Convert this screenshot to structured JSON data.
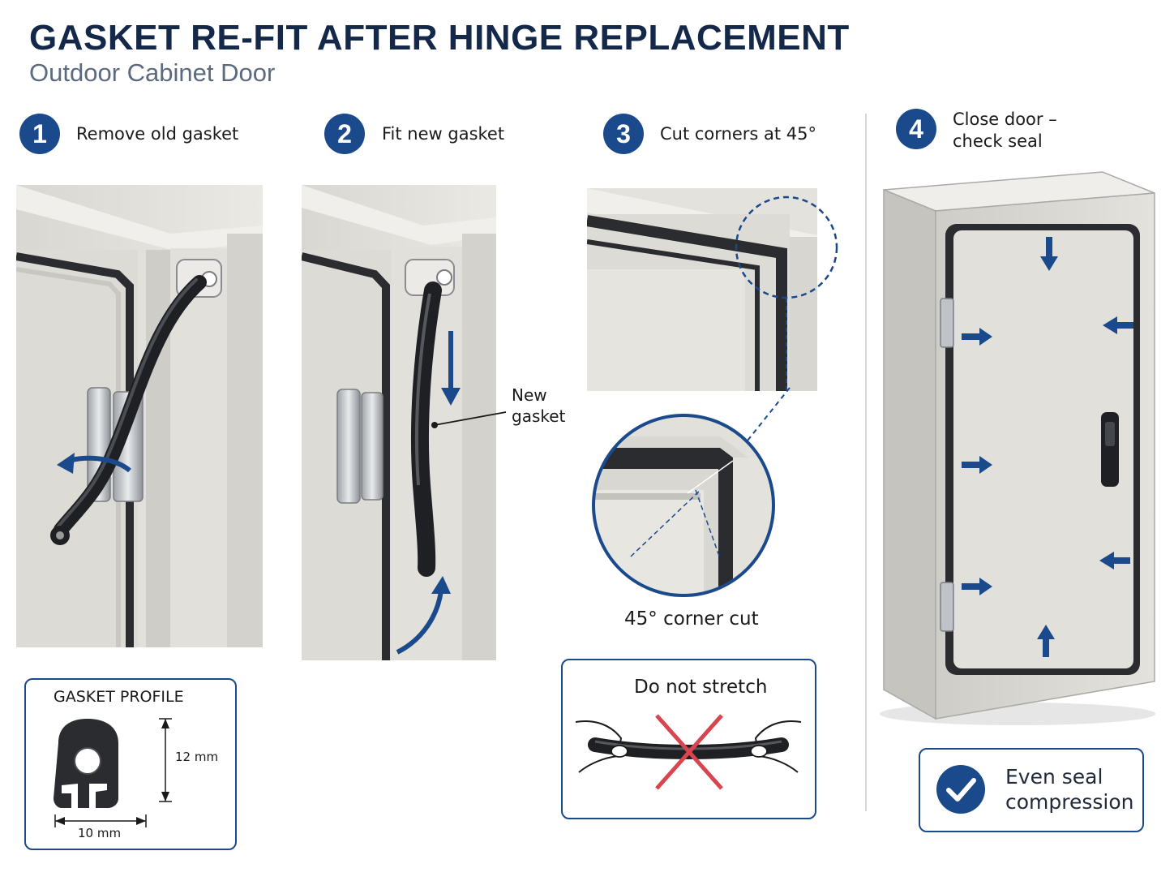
{
  "header": {
    "title": "GASKET RE-FIT AFTER HINGE REPLACEMENT",
    "subtitle": "Outdoor Cabinet Door"
  },
  "steps": [
    {
      "number": "1",
      "label": "Remove old gasket"
    },
    {
      "number": "2",
      "label": "Fit new gasket"
    },
    {
      "number": "3",
      "label": "Cut corners at 45°"
    },
    {
      "number": "4",
      "label_line1": "Close door –",
      "label_line2": "check seal"
    }
  ],
  "callouts": {
    "new_gasket_line1": "New",
    "new_gasket_line2": "gasket",
    "corner_cut": "45° corner cut"
  },
  "gasket_profile": {
    "title": "GASKET PROFILE",
    "height": "12 mm",
    "width": "10 mm"
  },
  "warning": {
    "text": "Do not stretch"
  },
  "result": {
    "line1": "Even seal",
    "line2": "compression"
  },
  "colors": {
    "accent": "#1b4a8c",
    "title": "#14284a",
    "warning_cross": "#d9454f",
    "gasket": "#2a2c30",
    "panel": "#e6e4df"
  }
}
